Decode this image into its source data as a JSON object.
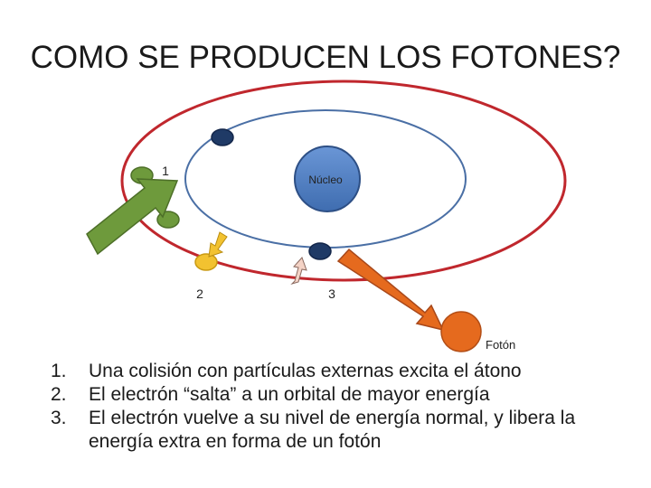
{
  "title": "COMO SE PRODUCEN LOS FOTONES?",
  "diagram": {
    "nucleus_label": "Núcleo",
    "label_1": "1",
    "label_2": "2",
    "label_3": "3",
    "photon_label": "Fotón",
    "colors": {
      "inner_orbit": "#4a6fa5",
      "outer_orbit": "#c0272d",
      "nucleus": "#4f7fc4",
      "electron_dark": "#1f3a66",
      "electron_green": "#6e9a3c",
      "electron_yellow": "#f2c230",
      "arrow_green": "#6e9a3c",
      "arrow_orange": "#e56a1e",
      "photon": "#e56a1e"
    }
  },
  "steps": [
    {
      "num": "1.",
      "text": "Una colisión con partículas externas excita el átono"
    },
    {
      "num": "2.",
      "text": "El electrón “salta” a un orbital de mayor energía"
    },
    {
      "num": "3.",
      "text": "El electrón vuelve a su nivel de energía normal, y libera la energía extra en forma de un fotón"
    }
  ]
}
